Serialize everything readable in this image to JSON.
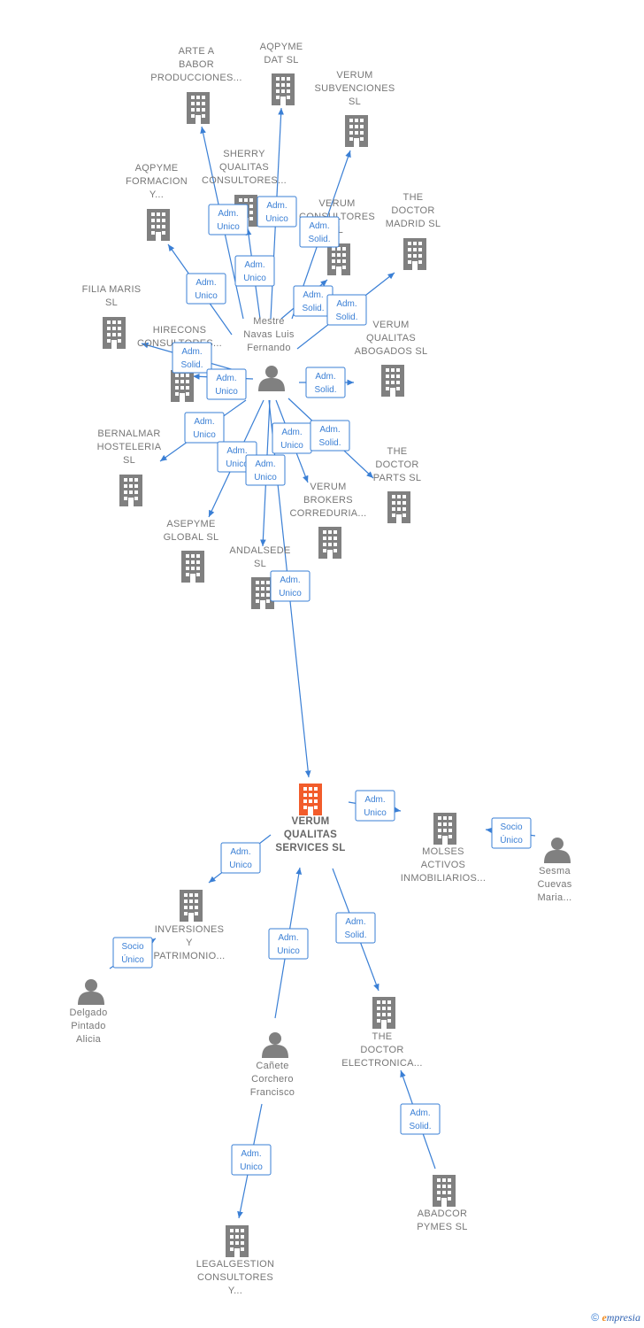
{
  "colors": {
    "edge": "#3a7fd5",
    "company": "#808080",
    "person": "#808080",
    "focus_company": "#f25c2b"
  },
  "nodes": [
    {
      "id": "verum_qualitas_services",
      "type": "company",
      "focus": true,
      "lines": [
        "VERUM",
        "QUALITAS",
        "SERVICES  SL"
      ]
    },
    {
      "id": "mestre",
      "type": "person",
      "lines": [
        "Mestre",
        "Navas Luis",
        "Fernando"
      ]
    },
    {
      "id": "arte_a_babor",
      "type": "company",
      "lines": [
        "ARTE A",
        "BABOR",
        "PRODUCCIONES..."
      ]
    },
    {
      "id": "aqpyme_dat",
      "type": "company",
      "lines": [
        "AQPYME",
        "DAT SL"
      ]
    },
    {
      "id": "verum_subvenciones",
      "type": "company",
      "lines": [
        "VERUM",
        "SUBVENCIONES",
        "SL"
      ]
    },
    {
      "id": "sherry",
      "type": "company",
      "lines": [
        "SHERRY",
        "QUALITAS",
        "CONSULTORES..."
      ]
    },
    {
      "id": "aqpyme_formacion",
      "type": "company",
      "lines": [
        "AQPYME",
        "FORMACION",
        "Y..."
      ]
    },
    {
      "id": "verum_consultores",
      "type": "company",
      "lines": [
        "VERUM",
        "CONSULTORES",
        "SL"
      ]
    },
    {
      "id": "the_doctor_madrid",
      "type": "company",
      "lines": [
        "THE",
        "DOCTOR",
        "MADRID  SL"
      ]
    },
    {
      "id": "filia_maris",
      "type": "company",
      "lines": [
        "FILIA MARIS",
        "SL"
      ]
    },
    {
      "id": "hirecons",
      "type": "company",
      "lines": [
        "HIRECONS",
        "CONSULTORES..."
      ]
    },
    {
      "id": "verum_qualitas_abogados",
      "type": "company",
      "lines": [
        "VERUM",
        "QUALITAS",
        "ABOGADOS  SL"
      ]
    },
    {
      "id": "bernalmar",
      "type": "company",
      "lines": [
        "BERNALMAR",
        "HOSTELERIA",
        "SL"
      ]
    },
    {
      "id": "the_doctor_parts",
      "type": "company",
      "lines": [
        "THE",
        "DOCTOR",
        "PARTS  SL"
      ]
    },
    {
      "id": "verum_brokers",
      "type": "company",
      "lines": [
        "VERUM",
        "BROKERS",
        "CORREDURIA..."
      ]
    },
    {
      "id": "asepyme",
      "type": "company",
      "lines": [
        "ASEPYME",
        "GLOBAL SL"
      ]
    },
    {
      "id": "andalsede",
      "type": "company",
      "lines": [
        "ANDALSEDE",
        "SL"
      ]
    },
    {
      "id": "molses",
      "type": "company",
      "lines": [
        "MOLSES",
        "ACTIVOS",
        "INMOBILIARIOS..."
      ]
    },
    {
      "id": "sesma",
      "type": "person",
      "lines": [
        "Sesma",
        "Cuevas",
        "Maria..."
      ]
    },
    {
      "id": "inversiones",
      "type": "company",
      "lines": [
        "INVERSIONES",
        "Y",
        "PATRIMONIO..."
      ]
    },
    {
      "id": "delgado",
      "type": "person",
      "lines": [
        "Delgado",
        "Pintado",
        "Alicia"
      ]
    },
    {
      "id": "canete",
      "type": "person",
      "lines": [
        "Cañete",
        "Corchero",
        "Francisco"
      ]
    },
    {
      "id": "the_doctor_electronica",
      "type": "company",
      "lines": [
        "THE",
        "DOCTOR",
        "ELECTRONICA..."
      ]
    },
    {
      "id": "abadcor",
      "type": "company",
      "lines": [
        "ABADCOR",
        "PYMES  SL"
      ]
    },
    {
      "id": "legalgestion",
      "type": "company",
      "lines": [
        "LEGALGESTION",
        "CONSULTORES",
        "Y..."
      ]
    }
  ],
  "relations": [
    {
      "from": "mestre",
      "to": "arte_a_babor",
      "lines": [
        "Adm.",
        "Unico"
      ]
    },
    {
      "from": "mestre",
      "to": "aqpyme_dat",
      "lines": [
        "Adm.",
        "Unico"
      ]
    },
    {
      "from": "mestre",
      "to": "verum_subvenciones",
      "lines": [
        "Adm.",
        "Solid."
      ]
    },
    {
      "from": "mestre",
      "to": "sherry",
      "lines": [
        "Adm.",
        "Unico"
      ]
    },
    {
      "from": "mestre",
      "to": "aqpyme_formacion",
      "lines": [
        "Adm.",
        "Unico"
      ]
    },
    {
      "from": "mestre",
      "to": "verum_consultores",
      "lines": [
        "Adm.",
        "Solid."
      ]
    },
    {
      "from": "mestre",
      "to": "the_doctor_madrid",
      "lines": [
        "Adm.",
        "Solid."
      ]
    },
    {
      "from": "mestre",
      "to": "filia_maris",
      "lines": [
        "Adm.",
        "Solid."
      ]
    },
    {
      "from": "mestre",
      "to": "hirecons",
      "lines": [
        "Adm.",
        "Unico"
      ]
    },
    {
      "from": "mestre",
      "to": "verum_qualitas_abogados",
      "lines": [
        "Adm.",
        "Solid."
      ]
    },
    {
      "from": "mestre",
      "to": "bernalmar",
      "lines": [
        "Adm.",
        "Unico"
      ]
    },
    {
      "from": "mestre",
      "to": "verum_brokers",
      "lines": [
        "Adm.",
        "Unico"
      ]
    },
    {
      "from": "mestre",
      "to": "the_doctor_parts",
      "lines": [
        "Adm.",
        "Solid."
      ]
    },
    {
      "from": "mestre",
      "to": "asepyme",
      "lines": [
        "Adm.",
        "Unico"
      ]
    },
    {
      "from": "mestre",
      "to": "andalsede",
      "lines": [
        "Adm.",
        "Unico"
      ]
    },
    {
      "from": "mestre",
      "to": "verum_qualitas_services",
      "lines": [
        "Adm.",
        "Unico"
      ]
    },
    {
      "from": "verum_qualitas_services",
      "to": "molses",
      "lines": [
        "Adm.",
        "Unico"
      ]
    },
    {
      "from": "sesma",
      "to": "molses",
      "lines": [
        "Socio",
        "Único"
      ]
    },
    {
      "from": "verum_qualitas_services",
      "to": "inversiones",
      "lines": [
        "Adm.",
        "Unico"
      ]
    },
    {
      "from": "delgado",
      "to": "inversiones",
      "lines": [
        "Socio",
        "Único"
      ]
    },
    {
      "from": "canete",
      "to": "verum_qualitas_services",
      "lines": [
        "Adm.",
        "Unico"
      ]
    },
    {
      "from": "verum_qualitas_services",
      "to": "the_doctor_electronica",
      "lines": [
        "Adm.",
        "Solid."
      ]
    },
    {
      "from": "abadcor",
      "to": "the_doctor_electronica",
      "lines": [
        "Adm.",
        "Solid."
      ]
    },
    {
      "from": "canete",
      "to": "legalgestion",
      "lines": [
        "Adm.",
        "Unico"
      ]
    }
  ],
  "footer": {
    "copyright_symbol": "©",
    "brand_first": "e",
    "brand_rest": "mpresia"
  }
}
